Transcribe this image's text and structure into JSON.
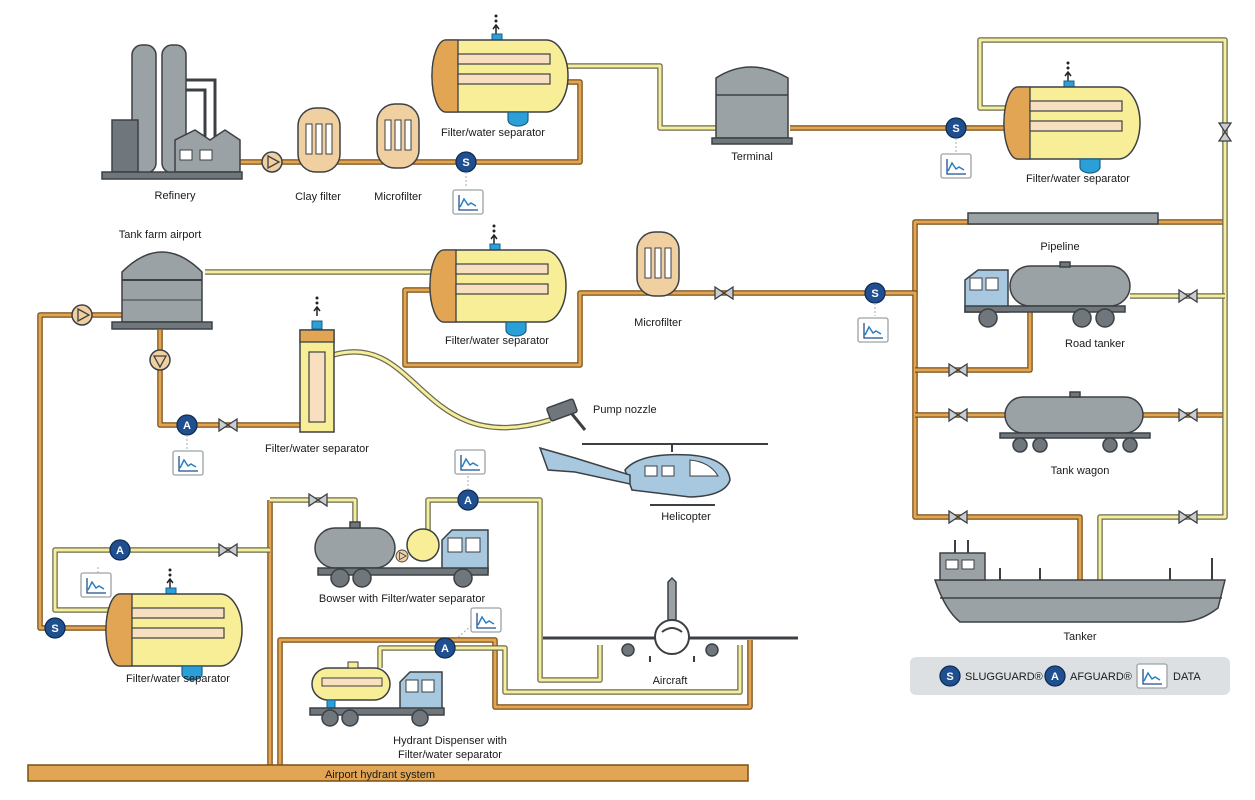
{
  "labels": {
    "refinery": "Refinery",
    "clay_filter": "Clay filter",
    "microfilter_top": "Microfilter",
    "fws_top": "Filter/water separator",
    "terminal": "Terminal",
    "fws_right": "Filter/water separator",
    "tank_farm": "Tank farm airport",
    "fws_mid": "Filter/water separator",
    "microfilter_mid": "Microfilter",
    "pipeline": "Pipeline",
    "road_tanker": "Road tanker",
    "fws_vertical": "Filter/water separator",
    "pump_nozzle": "Pump nozzle",
    "tank_wagon": "Tank wagon",
    "helicopter": "Helicopter",
    "bowser": "Bowser with Filter/water separator",
    "fws_bottom_left": "Filter/water separator",
    "aircraft": "Aircraft",
    "tanker": "Tanker",
    "hydrant_dispenser_1": "Hydrant Dispenser with",
    "hydrant_dispenser_2": "Filter/water separator",
    "airport_hydrant": "Airport hydrant system"
  },
  "sensor_letters": {
    "slugguard": "S",
    "afguard": "A"
  },
  "legend": {
    "slugguard": "SLUGGUARD®",
    "afguard": "AFGUARD®",
    "data": "DATA"
  },
  "colors": {
    "fuel_pipe": "#e2a553",
    "product_pipe": "#f6ee9a",
    "equipment_gray": "#9aa2a6",
    "sensor_blue": "#1f4f8f",
    "water_blue": "#2a9fd8"
  },
  "icons": [
    "s-sensor-icon",
    "a-sensor-icon",
    "data-chart-icon",
    "valve-icon",
    "pump-icon",
    "vent-arrow-icon"
  ]
}
